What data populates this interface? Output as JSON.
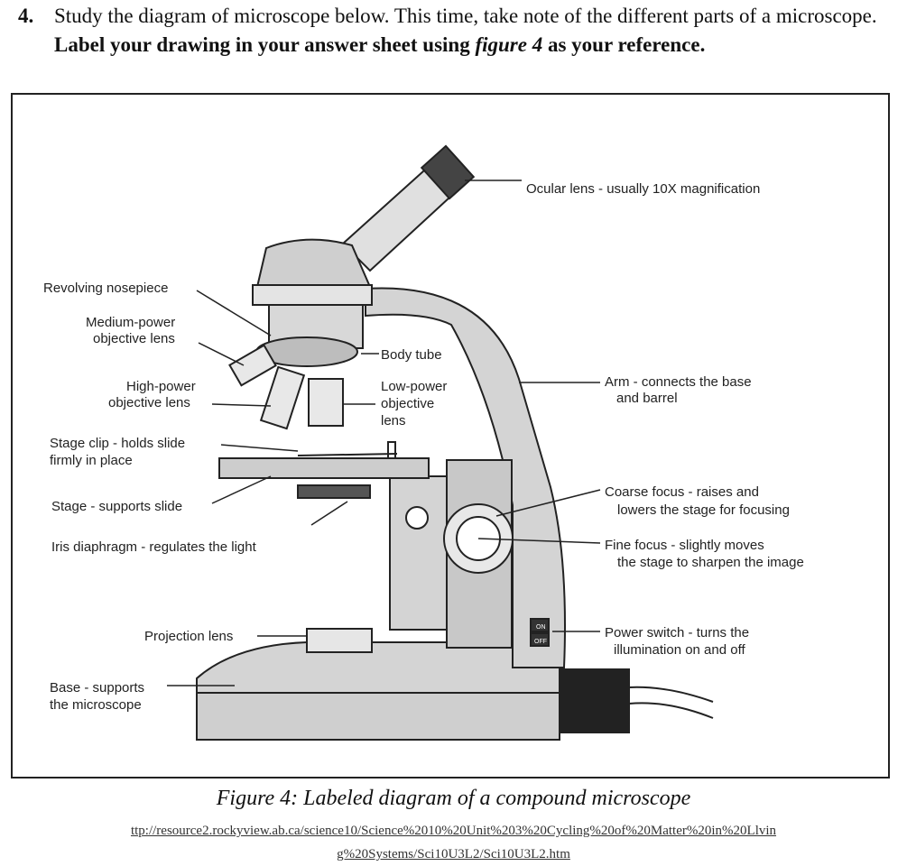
{
  "question": {
    "number": "4.",
    "text_plain": "Study the diagram  of microscope below. This  time, take note of the different parts of a microscope.",
    "text_bold_1": "Label your drawing in your answer sheet using",
    "text_bold_italic": "figure 4",
    "text_bold_2": "as your reference."
  },
  "labels": {
    "ocular": "Ocular lens - usually 10X magnification",
    "nosepiece": "Revolving nosepiece",
    "medium_1": "Medium-power",
    "medium_2": "objective lens",
    "body_tube": "Body tube",
    "high_1": "High-power",
    "high_2": "objective lens",
    "low_1": "Low-power",
    "low_2": "objective",
    "low_3": "lens",
    "arm_1": "Arm  - connects the base",
    "arm_2": "and barrel",
    "clip_1": "Stage clip - holds slide",
    "clip_2": "firmly in place",
    "stage": "Stage - supports slide",
    "iris": "Iris diaphragm - regulates the light",
    "coarse_1": "Coarse focus - raises and",
    "coarse_2": "lowers the stage for focusing",
    "fine_1": "Fine focus - slightly moves",
    "fine_2": "the stage to sharpen the image",
    "projection": "Projection lens",
    "power_1": "Power switch - turns the",
    "power_2": "illumination on and off",
    "base_1": "Base - supports",
    "base_2": "the microscope",
    "switch_on": "ON",
    "switch_off": "OFF"
  },
  "caption": "Figure 4: Labeled diagram of a compound microscope",
  "source_line_1": "ttp://resource2.rockyview.ab.ca/science10/Science%2010%20Unit%203%20Cycling%20of%20Matter%20in%20Llvin",
  "source_line_2": "g%20Systems/Sci10U3L2/Sci10U3L2.htm"
}
